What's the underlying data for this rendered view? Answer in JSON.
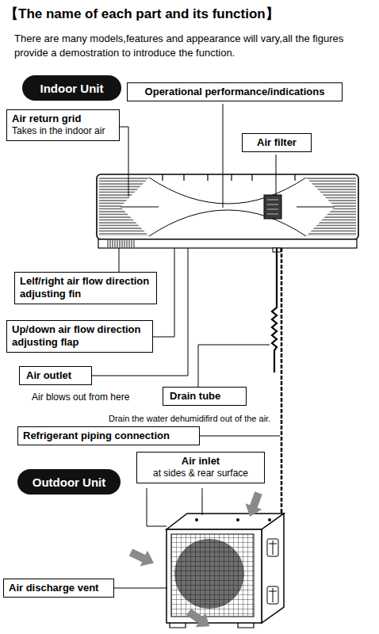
{
  "diagram": {
    "title": "【The name of each part and its function】",
    "nodes": [
      {
        "text": [
          "Indoor Unit"
        ]
      },
      {
        "text": [
          "Operational performance/indications"
        ]
      },
      {
        "text": [
          "Air return grid",
          "Takes in the indoor air"
        ]
      },
      {
        "text": [
          "Air filter"
        ]
      },
      {
        "text": [
          "Lelf/right air flow direction adjusting fin"
        ]
      },
      {
        "text": [
          "Up/down air flow direction adjusting flap"
        ]
      },
      {
        "text": [
          "Air outlet",
          "Air blows out from here"
        ]
      },
      {
        "text": [
          "Drain tube",
          "Drain the water dehumidifird out of the air."
        ]
      },
      {
        "text": [
          "Refrigerant piping connection"
        ]
      },
      {
        "text": [
          "Air inlet",
          "at sides & rear surface"
        ]
      },
      {
        "text": [
          "Outdoor Unit"
        ]
      },
      {
        "text": [
          "Air discharge vent"
        ]
      }
    ],
    "labels": [
      "There are many models,features and appearance will vary,all the figures provide a demostration to introduce the function."
    ]
  }
}
